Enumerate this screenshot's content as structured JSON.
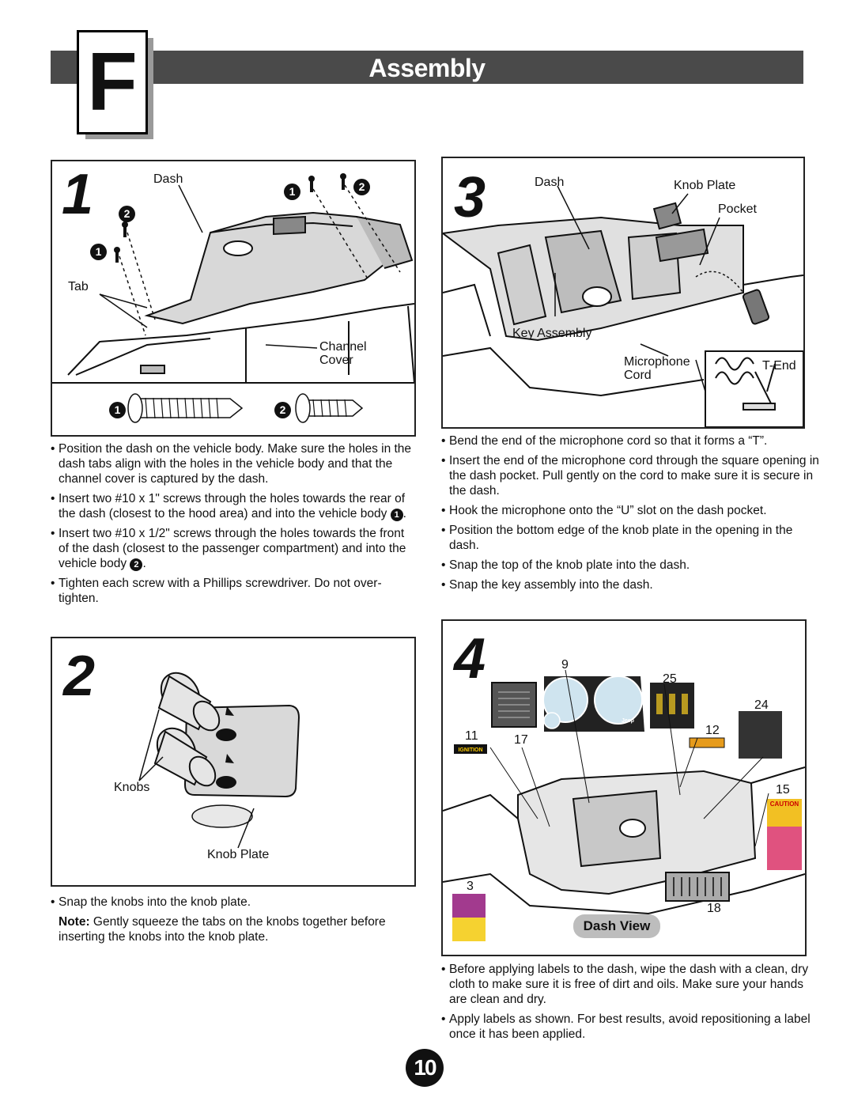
{
  "header": {
    "letter": "F",
    "title": "Assembly"
  },
  "step1": {
    "number": "1",
    "labels": {
      "dash": "Dash",
      "tab": "Tab",
      "channel": "Channel",
      "cover": "Cover"
    },
    "callouts": [
      "1",
      "2"
    ],
    "bullets": [
      "Position the dash on the vehicle body. Make sure the holes in the dash tabs align with the holes in the vehicle body and that the channel cover is captured by the dash.",
      "Insert two #10 x 1\" screws through the holes towards the rear of the dash (closest to the hood area) and into the vehicle body",
      "Insert two #10 x 1/2\" screws through the holes towards the front of the dash (closest to the passenger compartment) and into the vehicle body",
      "Tighten each screw with a Phillips screwdriver. Do not over-tighten."
    ]
  },
  "step2": {
    "number": "2",
    "labels": {
      "knobs": "Knobs",
      "knob_plate": "Knob Plate"
    },
    "bullets": [
      "Snap the knobs into the knob plate."
    ],
    "note_label": "Note:",
    "note_text": "Gently squeeze the tabs on the knobs together before inserting the knobs into the knob plate."
  },
  "step3": {
    "number": "3",
    "labels": {
      "dash": "Dash",
      "knob_plate": "Knob Plate",
      "pocket": "Pocket",
      "key_assembly": "Key Assembly",
      "microphone": "Microphone",
      "cord": "Cord",
      "t_end": "T-End"
    },
    "bullets": [
      "Bend the end of the microphone cord so that it forms a “T”.",
      "Insert the end of the microphone cord through the square opening in the dash pocket. Pull gently on the cord to make sure it is secure in the dash.",
      "Hook the microphone onto the “U” slot on the dash pocket.",
      "Position the bottom edge of the knob plate in the opening in the dash.",
      "Snap the top of the knob plate into the dash.",
      "Snap the key assembly into the dash."
    ]
  },
  "step4": {
    "number": "4",
    "label_numbers": [
      "9",
      "25",
      "24",
      "11",
      "17",
      "12",
      "15",
      "3",
      "18"
    ],
    "dash_view": "Dash View",
    "sticker_texts": {
      "ignition": "IGNITION",
      "caution": "CAUTION",
      "jeep": "Jeep"
    },
    "bullets": [
      "Before applying labels to the dash, wipe the dash with a clean, dry cloth to make sure it is free of dirt and oils. Make sure your hands are clean and dry.",
      "Apply labels as shown. For best results, avoid repositioning a label once it has been applied."
    ]
  },
  "page_number": "10"
}
